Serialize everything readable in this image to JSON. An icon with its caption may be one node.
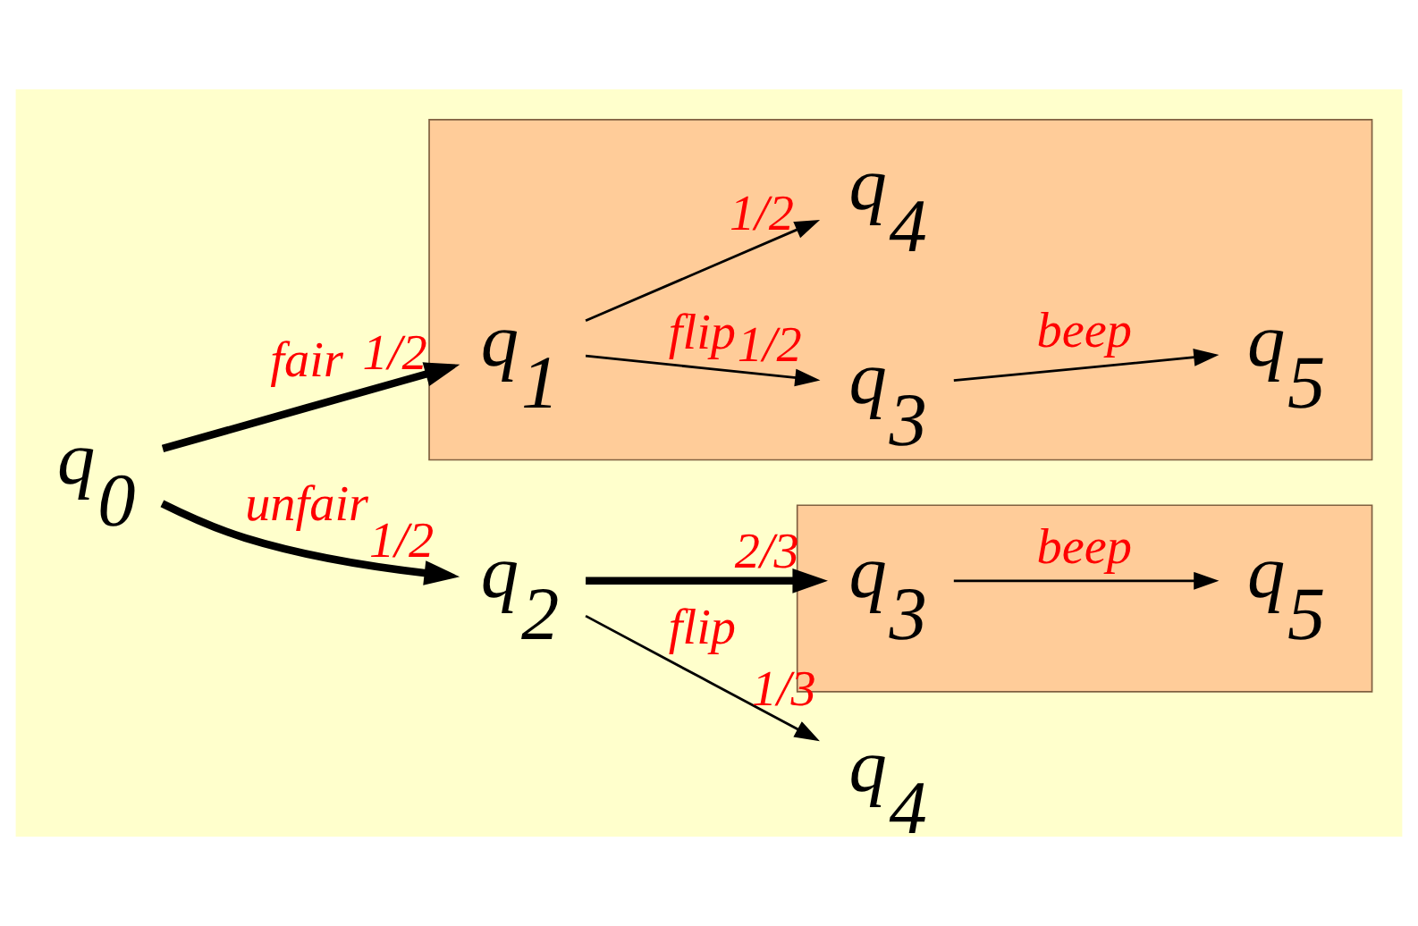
{
  "diagram": {
    "nodes": [
      {
        "text": [
          "q$_{0}$"
        ]
      },
      {
        "text": [],
        "shape": "band"
      },
      {
        "text": [
          "q$_{1}$"
        ],
        "in": 1
      },
      {
        "text": [
          "q$_{3}$"
        ],
        "in": 1
      },
      {
        "text": [
          "q$_{5}$"
        ],
        "in": 1
      },
      {
        "text": [
          "q$_{4}$"
        ],
        "in": 1
      },
      {
        "text": [
          "q$_{2}$"
        ]
      },
      {
        "text": [],
        "shape": "band"
      },
      {
        "text": [
          "q$_{3}$"
        ],
        "in": 7
      },
      {
        "text": [
          "q$_{5}$"
        ],
        "in": 7
      },
      {
        "text": [
          "q$_{4}$"
        ]
      }
    ],
    "edges": [
      {
        "from": 0,
        "to": 2,
        "arrow": "to",
        "label": "fair",
        "style": "thick"
      },
      {
        "from": 2,
        "to": 3,
        "arrow": "to",
        "label": "flip"
      },
      {
        "from": 2,
        "to": 5,
        "arrow": "to"
      },
      {
        "from": 3,
        "to": 4,
        "arrow": "to",
        "label": "beep"
      },
      {
        "from": 0,
        "to": 6,
        "arrow": "to",
        "label": "unfair",
        "style": "thick"
      },
      {
        "from": 6,
        "to": 8,
        "arrow": "to",
        "style": "thick"
      },
      {
        "from": 6,
        "to": 10,
        "arrow": "to",
        "label": "flip"
      },
      {
        "from": 8,
        "to": 9,
        "arrow": "to",
        "label": "beep"
      }
    ],
    "labels": [
      "1/2",
      "1/2",
      "1/2",
      "1/2",
      "2/3",
      "1/3"
    ]
  }
}
